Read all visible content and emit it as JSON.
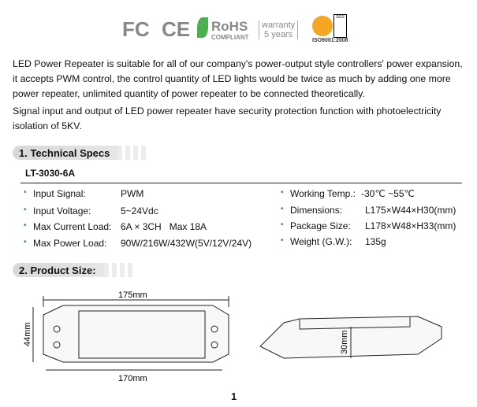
{
  "logos": {
    "fc": "FC",
    "ce": "CE",
    "rohs": "RoHS",
    "rohs_sub": "COMPLIANT",
    "warranty1": "warranty",
    "warranty2": "5 years",
    "iso": "ISO9001:2008",
    "sgs": "SGS"
  },
  "intro": [
    "LED Power Repeater is suitable for all of our company's power-output style controllers' power expansion, it accepts PWM control, the control quantity of LED lights would be twice as much by adding one more power repeater, unlimited quantity of power repeater to be connected theoretically.",
    "Signal input and output of LED power repeater have security protection function with photoelectricity isolation of 5KV."
  ],
  "section1": "1.  Technical Specs",
  "model": "LT-3030-6A",
  "specs_left": [
    {
      "k": "Input Signal:",
      "v": "PWM"
    },
    {
      "k": "Input Voltage:",
      "v": "5~24Vdc"
    },
    {
      "k": "Max Current Load:",
      "v": "6A × 3CH   Max 18A"
    },
    {
      "k": "Max Power Load:",
      "v": "90W/216W/432W(5V/12V/24V)"
    }
  ],
  "specs_right": [
    {
      "k": "Working Temp.:",
      "v": "-30℃ ~55℃"
    },
    {
      "k": "Dimensions:",
      "v": "L175×W44×H30(mm)"
    },
    {
      "k": "Package Size:",
      "v": "L178×W48×H33(mm)"
    },
    {
      "k": "Weight (G.W.):",
      "v": "135g"
    }
  ],
  "section2": "2.  Product Size:",
  "dims": {
    "top": "175mm",
    "bottom": "170mm",
    "left": "44mm",
    "height": "30mm"
  },
  "page": "1"
}
